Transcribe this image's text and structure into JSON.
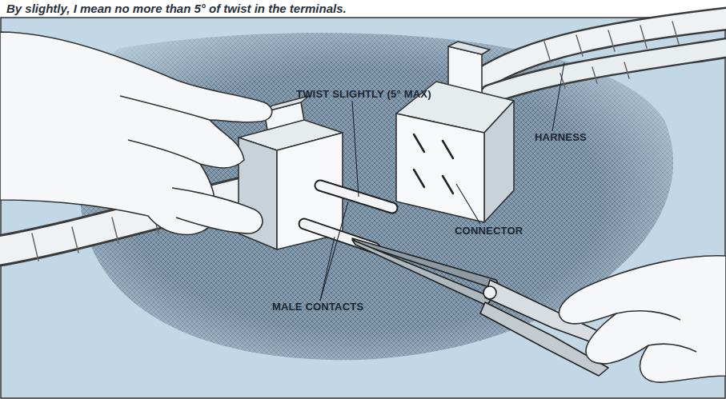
{
  "diagram": {
    "caption": "By slightly, I mean no more than 5° of twist in the terminals.",
    "labels": [
      "TWIST SLIGHTLY (5° MAX)",
      "HARNESS",
      "CONNECTOR",
      "MALE CONTACTS"
    ]
  }
}
